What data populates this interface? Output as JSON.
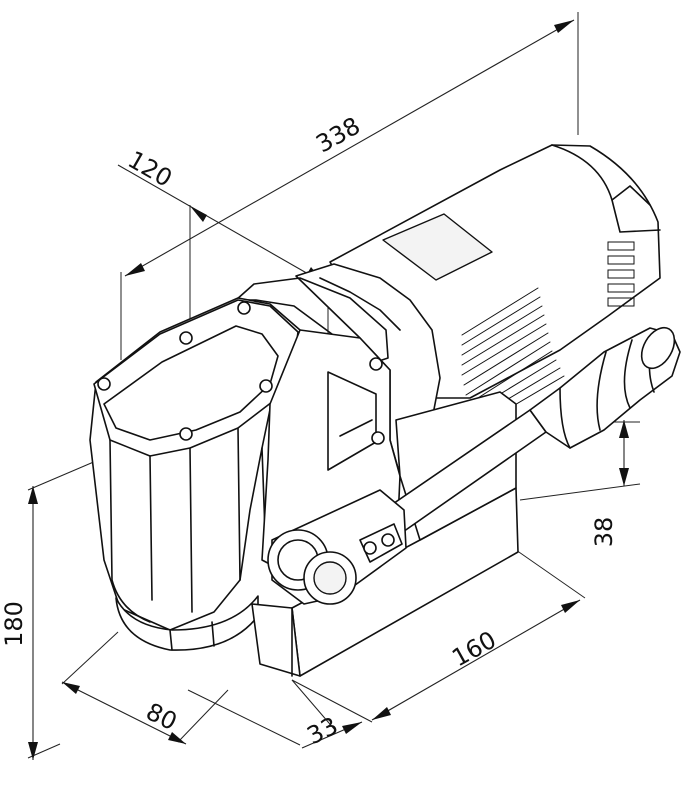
{
  "dimensions": {
    "overall_length": "338",
    "head_depth": "120",
    "height": "180",
    "base_width": "80",
    "base_offset": "33",
    "base_length": "160",
    "handle_height": "38"
  },
  "colors": {
    "line": "#111111",
    "background": "#ffffff",
    "shade": "#f3f3f3"
  }
}
